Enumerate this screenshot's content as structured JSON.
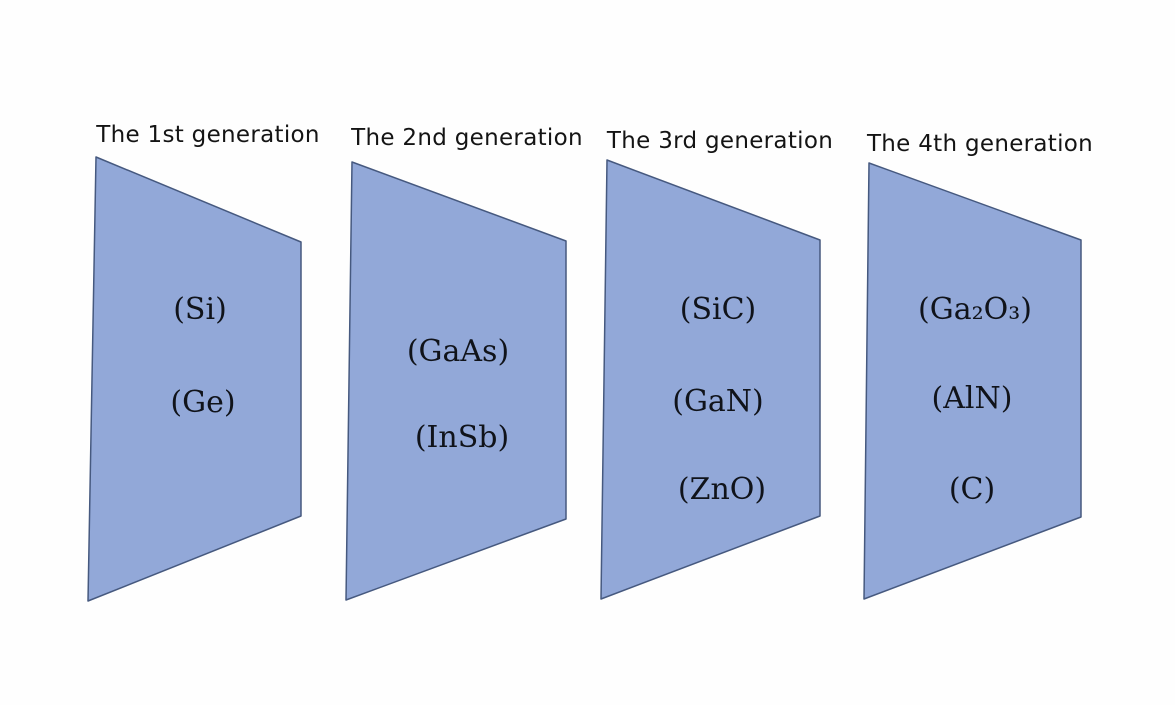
{
  "figure": {
    "background_color": "#fefefe",
    "panel_fill": "#92a8d8",
    "panel_stroke": "#46597f",
    "description": "Four generations of semiconductor materials shown as slanted panels"
  },
  "panels": [
    {
      "title": "The 1st generation",
      "items": [
        "(Si)",
        "(Ge)"
      ]
    },
    {
      "title": "The 2nd generation",
      "items": [
        "(GaAs)",
        "(InSb)"
      ]
    },
    {
      "title": "The 3rd generation",
      "items": [
        "(SiC)",
        "(GaN)",
        "(ZnO)"
      ]
    },
    {
      "title": "The 4th generation",
      "items": [
        "(Ga₂O₃)",
        "(AlN)",
        "(C)"
      ]
    }
  ]
}
